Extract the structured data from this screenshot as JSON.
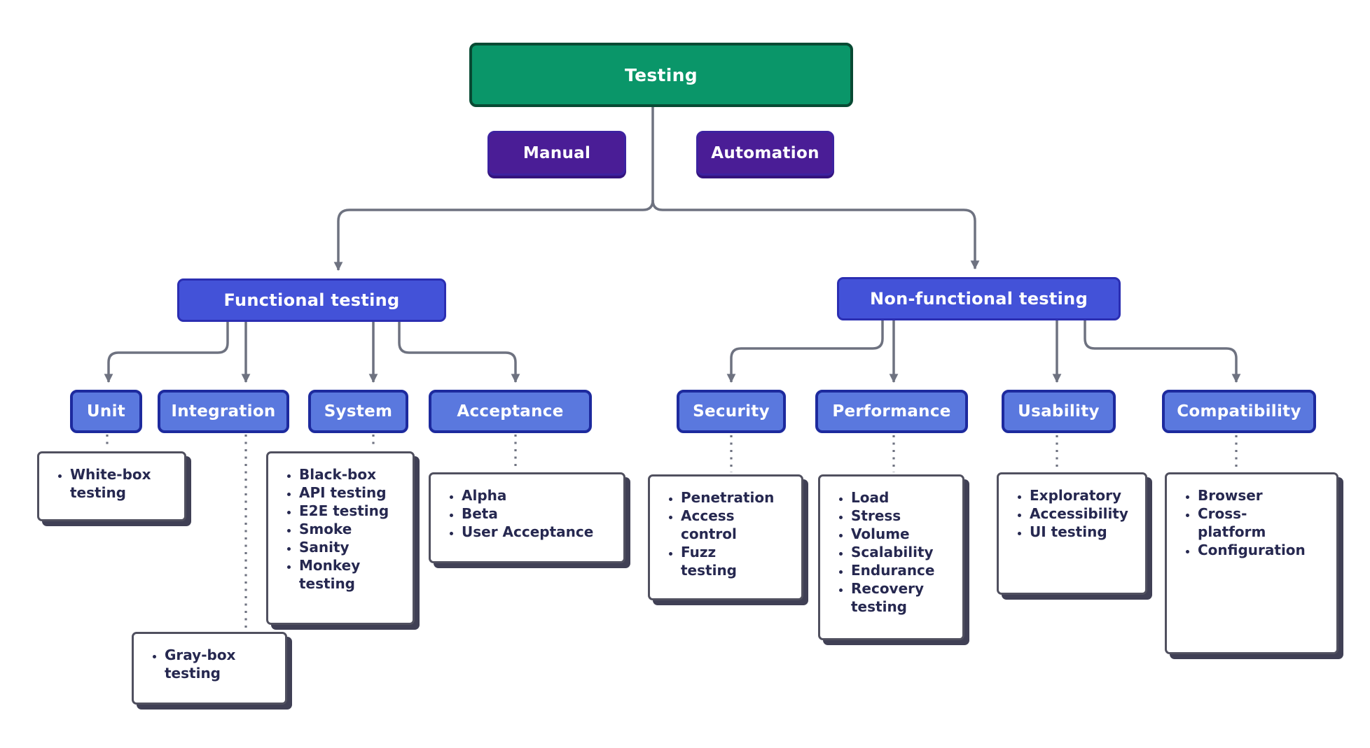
{
  "root": {
    "label": "Testing"
  },
  "level1": [
    {
      "label": "Manual"
    },
    {
      "label": "Automation"
    }
  ],
  "branches": [
    {
      "label": "Functional testing",
      "children": [
        {
          "label": "Unit",
          "items": [
            "White-box\ntesting"
          ]
        },
        {
          "label": "Integration",
          "items": [
            "Gray-box\ntesting"
          ]
        },
        {
          "label": "System",
          "items": [
            "Black-box",
            "API testing",
            "E2E testing",
            "Smoke",
            "Sanity",
            "Monkey\ntesting"
          ]
        },
        {
          "label": "Acceptance",
          "items": [
            "Alpha",
            "Beta",
            "User Acceptance"
          ]
        }
      ]
    },
    {
      "label": "Non-functional testing",
      "children": [
        {
          "label": "Security",
          "items": [
            "Penetration",
            "Access\ncontrol",
            "Fuzz\ntesting"
          ]
        },
        {
          "label": "Performance",
          "items": [
            "Load",
            "Stress",
            "Volume",
            "Scalability",
            "Endurance",
            "Recovery\ntesting"
          ]
        },
        {
          "label": "Usability",
          "items": [
            "Exploratory",
            "Accessibility",
            "UI testing"
          ]
        },
        {
          "label": "Compatibility",
          "items": [
            "Browser",
            "Cross-\nplatform",
            "Configuration"
          ]
        }
      ]
    }
  ],
  "colors": {
    "green": "#0A9669",
    "greenBorder": "#084A33",
    "purple": "#4A1D96",
    "purpleBorder": "#3D22A0",
    "purpleShadow": "#34137E",
    "blue": "#4352D8",
    "blueBorder": "#2B2EB2",
    "lightBlue": "#5A78DE",
    "lightBlueBorder": "#1D2A9E",
    "line": "#6E7280",
    "listBorder": "#50505F",
    "listShadow": "#404055",
    "listText": "#262850"
  }
}
